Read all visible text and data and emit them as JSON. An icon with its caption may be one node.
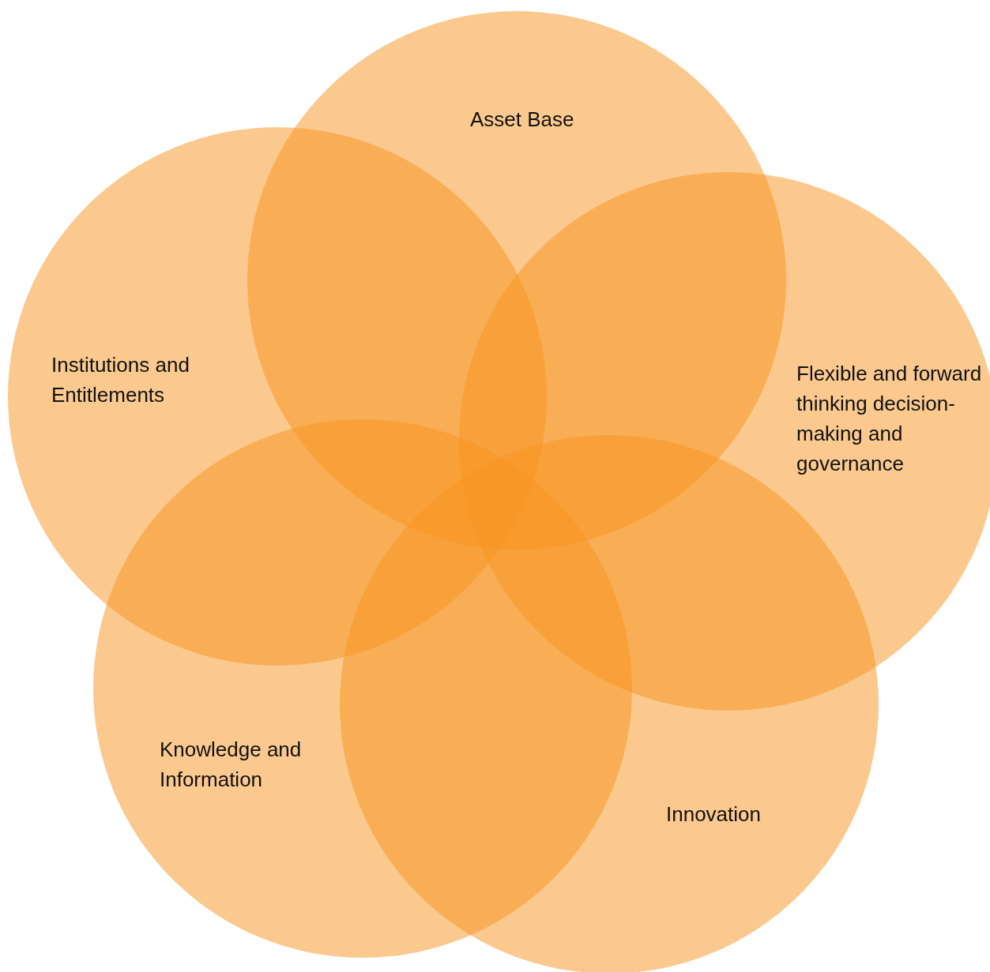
{
  "diagram": {
    "nodes": [
      {
        "text": [
          "Asset Base"
        ]
      },
      {
        "text": [
          "Institutions and Entitlements"
        ]
      },
      {
        "text": [
          "Flexible and forward thinking decision-making and governance"
        ]
      },
      {
        "text": [
          "Knowledge and Information"
        ]
      },
      {
        "text": [
          "Innovation"
        ]
      }
    ]
  }
}
